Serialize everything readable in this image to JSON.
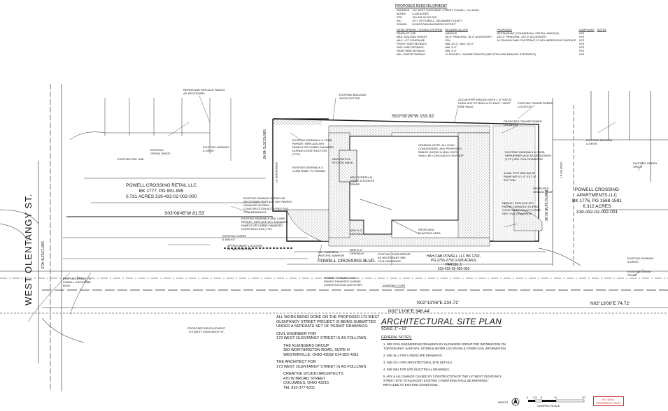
{
  "project_info": {
    "heading": "PROPOSED REDEVELOPMENT",
    "rows": [
      [
        "ADDRESS",
        "147 WEST OLENTANGY STREET, POWELL, OH 43065"
      ],
      [
        "ACRES",
        "0.428 ACRES"
      ],
      [
        "PPN",
        "319-432-02-002-003"
      ],
      [
        "AHJ",
        "CITY OF POWELL, DELAWARE COUNTY"
      ],
      [
        "ZONING",
        "DOWNTOWN BUSINESS DISTRICT"
      ]
    ],
    "table_headers": [
      "DEVELOPMENT / ZONING CRITERIA",
      "REQUIRE/ ALLOW",
      "PROPOSED",
      "COMPLIANT",
      "NOTES"
    ],
    "table_rows": [
      [
        "PRODUCT USE",
        "VARIOUS",
        "RESTAURANT (COMMERCIAL / RETAIL VARIOUS)",
        "YES"
      ],
      [
        "MAX. BUILDING HEIGHT",
        "35'-0\" PRINCIPAL, 25'-0\" ACCESSORY",
        "±30'-0\" PRINCIPAL, ±23'-0\" ACCESSORY",
        "YES"
      ],
      [
        "MAX. LOT COVERAGE",
        "25%",
        "16.75% BUILDING FOOTPRINT, 57.63% IMPERVIOUS SURFACE",
        "YES"
      ],
      [
        "FRONT YARD SETBACK",
        "MIN. 20'-0\", MAX. 25'-0\"",
        "",
        "YES"
      ],
      [
        "SIDE YARD SETBACK",
        "MIN. 5'-0\"",
        "",
        "YES"
      ],
      [
        "REAR YARD SETBACK",
        "MIN. 5'-0\"",
        "",
        "YES"
      ],
      [
        "MIN. ONSITE PARKING",
        "10 SPACES + SHARED SPACES (SEE ATTACHED PARKING STATEMENT)",
        "",
        "YES"
      ]
    ]
  },
  "streets": {
    "west_olentangy": "WEST OLENTANGY ST.",
    "powell_crossing_blvd": "POWELL CROSSING BLVD.",
    "greenside": "GREENSIDE ST",
    "center": "CENTER ST"
  },
  "parcels": {
    "left": [
      "POWELL CROSSING RETAIL LLC",
      "BK 1777, PG 991-995",
      "0.731 ACRES 319-432-02-002-000"
    ],
    "right": [
      "POWELL CROSSING",
      "APARTMENTS LLC",
      "BK 1776, PG 1588-1591",
      "6.312 ACRES",
      "319-432-02-002-001"
    ],
    "subject": [
      "HAH-CAB POWELL LLC BK 1792,",
      "PG 2755-2759 0.428 ACRES",
      "PARCEL 1",
      "319-432-02-002-003"
    ]
  },
  "bearings": {
    "top": "S03°09'26\"W 153.02'",
    "mid_left": "S03°08'45\"W 81.53'",
    "left_vert": "S86°51'20\"E 48.46'",
    "right_vert": "N86°51'16\"W 93.96'",
    "far_left_vert": "S86°13'02\"E 40.2'",
    "bottom_mid": "N02°13'06\"E 234.71'",
    "bottom_right": "N02°13'06\"E 74.72'",
    "bottom_long": "N02°13'06\"E 346.44'"
  },
  "callouts": [
    "REPAIR AND REPLACE PAVING AS NECESSARY",
    "EXISTING BUILDING SHOW DOTTED",
    "ACCUM PIPE RAILING WITH 1'-0\" RAT AT DOES NOT EXTEND INTO EAST / WEST SIDE WALK",
    "EXISTING TRANSFORMER LOCATION",
    "PROPOSED TRANSFORMER LOCATION",
    "EXISTING PARKING & DRIVE",
    "EXISTING GREEN SPACE",
    "EXISTING R/W LINE",
    "EXISTING SIDEWALK & CURB REPAIR / REPLACE ANY PANELS OR CURBS DAMAGED DURING CONSTRUCTION (TYP.)",
    "EXISTING SIDEWALK & CURB RAMP TO REMAIN",
    "NEW PATIO & ROOFED WALK",
    "NEW SCREEN-IN FENCE & EGRESS GRADE",
    "GENERAL NOTE: ALL HVAC CONDENSERS, ANY PROPOSED RANGE HOODS & MUA UNITS SHALL BE CONCEALED ON ROOF",
    "EXISTING SIDEWALK & CURB REPAIR/REPLACE AS NECESSARY (TYP.) SEE CIVIL DRAWINGS",
    "ALUM. PIPE RAILING AT RAMP WITH 1'-0\" EXT. AT BOTTOM",
    "PROPOSED GREASE TRAP",
    "REPAIR / REPLACE ANY PAVING DAMAGED DURING CONSTRUCTION ACTIVITIES SEE CIVIL DRAWINGS",
    "EXISTING PARKING & DRIVE",
    "EXISTING GREEN SPACE",
    "EXISTING PARKING REPAIR AS NECESSARY REPLACE ANY PAVING DAMAGED DURING CONSTRUCTION ACTIVITIES SEE CIVIL DRAWINGS",
    "EXISTING SIDEWALK AND CURB REPAIR / REPLACE ANY DAMAGED PANELS OR CURBS DAMAGED CONSTRUCTION (TYP.)",
    "EXISTING CURBS & WALKS",
    "APPROXIMATE LOCATION OF NEW GAS LINE",
    "DR. CAMPBELL HISTORIC MARKER",
    "NEW 6'-0\" SIDEWALK",
    "PROPOSED PLANTING AREA",
    "NEW 6'-0\" SIDEWALK",
    "EXISTING CURB REPAIR AS NECESSARY SEE CIVIL DRAWINGS",
    "REPAIR / REPLACE ANY PAVING DAMAGED DURING CONSTRUCTION ACTIVITIES",
    "EXISTING CURB",
    "EXISTING ENTRY TO POWELL CROSSING BLVD.",
    "EXISTING PARKING & DRIVE",
    "EXISTING GREEN SPACE"
  ],
  "proposed_dev_label": [
    "PROPOSED DEVELOPMENT",
    "173 WEST OLENTANGY ST."
  ],
  "civil_block": {
    "intro": [
      "ALL WORK BEING DONE ON THE PROPOSED 173 WEST",
      "OLENTANGY STREET PROJECT IS BEING SUBMITTED",
      "UNDER A SEPERATE SET OF PERMIT DRAWINGS:"
    ],
    "civil_heading": [
      "CIVIL ENGINEER FOR",
      "173 WEST OLENTANGY STREET IS AS FOLLOWS:"
    ],
    "civil_firm": [
      "THE KLEINGERS GROUP",
      "350 WORTHINGTON ROAD, SUITE H",
      "WESTERVILLE, OHIO 43082 614-822-4311"
    ],
    "arch_heading": [
      "THE ARCHITECT FOR",
      "173 WEST OLENTANGY STREET IS AS FOLLOWS:"
    ],
    "arch_firm": [
      "CREATIVE STUDIO ARCHITECTS",
      "470 W BROAD STREET",
      "COLUMBUS, OHIO 43215",
      "TEL 833-377-6311"
    ]
  },
  "plan_title": "ARCHITECTURAL SITE PLAN",
  "scale": "SCALE: 1\" = 10'",
  "general_notes_heading": "GENERAL NOTES:",
  "general_notes": [
    "1.  SEE CIVIL ENGINEERING DRAWINGS BY KLEINGERS GROUP FOR INFORMATION ON",
    "     TOPOGRAPHY, SANITARY, STORM & WATER LOCATIONS & OTHER CIVIL INFORMATION.",
    "2.  SEE SL-1 FOR LANDSCAPE DRAWINGS.",
    "3.  SEE C0-1 FOR ARCHITECTURAL SITE DETAILS.",
    "4.  SEE ΘE1 FOR SITE ELECTRICAL DRAWINGS.",
    "5.  ANY & ALL DAMAGE CAUSED BY CONSTRUCTION OF THE 147 WEST OLENTANGY",
    "     STREET SITE TO ADJACENT EXISTING CONDITIONS SHALL BE REPAIRED /",
    "     REPLACED TO EXISTING CONDITIONS."
  ],
  "north_label": "NORTH",
  "graphic_scale": {
    "ticks": [
      "0",
      "2.5",
      "5",
      "10",
      "20"
    ],
    "label": "GRAPHIC SCALE"
  },
  "stamp": [
    "NO SEAL",
    "PROGRESS PRINT"
  ]
}
